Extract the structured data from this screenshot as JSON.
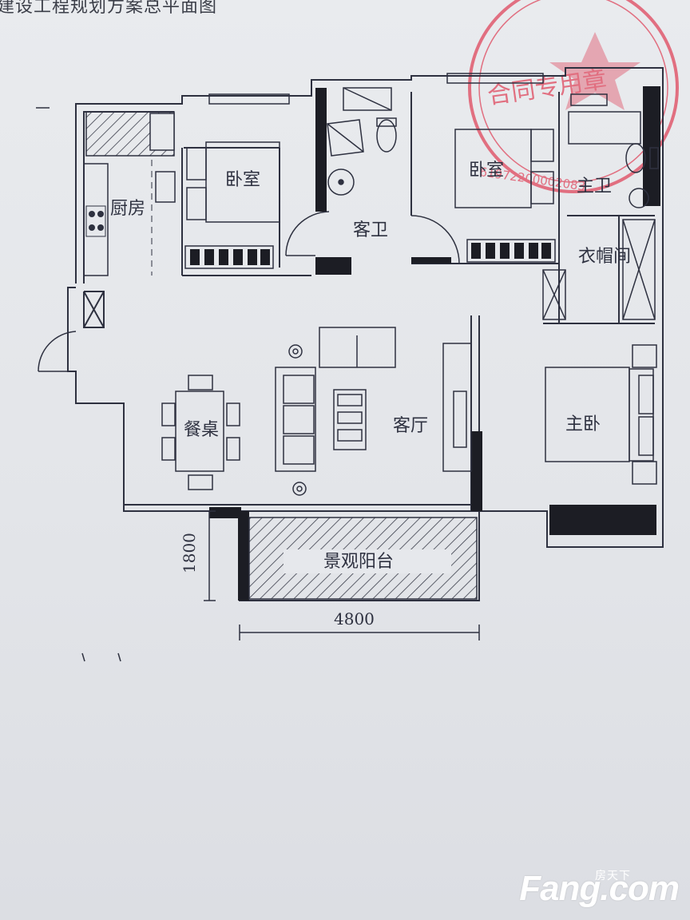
{
  "document": {
    "title": "建设工程规划方案总平面图"
  },
  "rooms": {
    "kitchen": "厨房",
    "bedroom_1": "卧室",
    "guest_bath": "客卫",
    "bedroom_2": "卧室",
    "master_bath": "主卫",
    "wardrobe": "衣帽间",
    "dining": "餐桌",
    "living": "客厅",
    "master_bedroom": "主卧",
    "balcony": "景观阳台"
  },
  "dimensions": {
    "balcony_depth": "1800",
    "balcony_width": "4800"
  },
  "stamp": {
    "text_partial": "合同专用章",
    "number": "61972200002083"
  },
  "watermark": {
    "cn": "房天下",
    "en": "Fang.com"
  },
  "colors": {
    "ink": "#2e3140",
    "wall": "#1c1d24",
    "stamp": "#e05a6e",
    "paper": "#e7e9ec"
  }
}
